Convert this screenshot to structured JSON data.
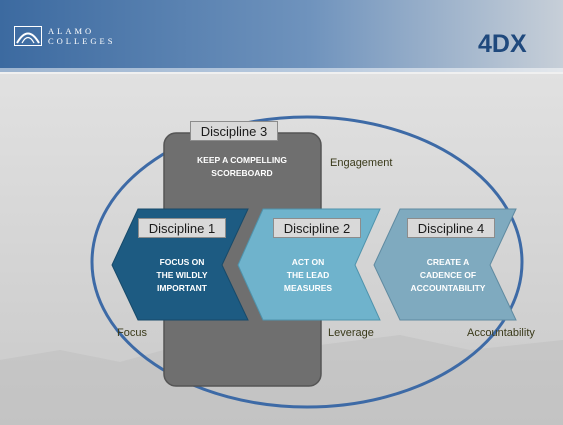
{
  "header": {
    "logo_line1": "ALAMO",
    "logo_line2": "COLLEGES",
    "title": "4DX"
  },
  "colors": {
    "header_blue": "#3f6fa4",
    "circle_stroke": "#3d6aa6",
    "scoreboard_gray": "#6f6f6f",
    "discipline1_blue": "#1d5b82",
    "discipline2_teal": "#6fb3cc",
    "discipline4_slate": "#7faabf",
    "label_box_gray": "#d9d9d9"
  },
  "diagram": {
    "discipline3": {
      "label": "Discipline 3",
      "text": "KEEP A COMPELLING\nSCOREBOARD"
    },
    "discipline1": {
      "label": "Discipline 1",
      "text": "FOCUS ON\nTHE WILDLY\nIMPORTANT"
    },
    "discipline2": {
      "label": "Discipline 2",
      "text": "ACT ON\nTHE LEAD\nMEASURES"
    },
    "discipline4": {
      "label": "Discipline 4",
      "text": "CREATE A\nCADENCE OF\nACCOUNTABILITY"
    },
    "labels": {
      "engagement": "Engagement",
      "focus": "Focus",
      "leverage": "Leverage",
      "accountability": "Accountability"
    }
  }
}
